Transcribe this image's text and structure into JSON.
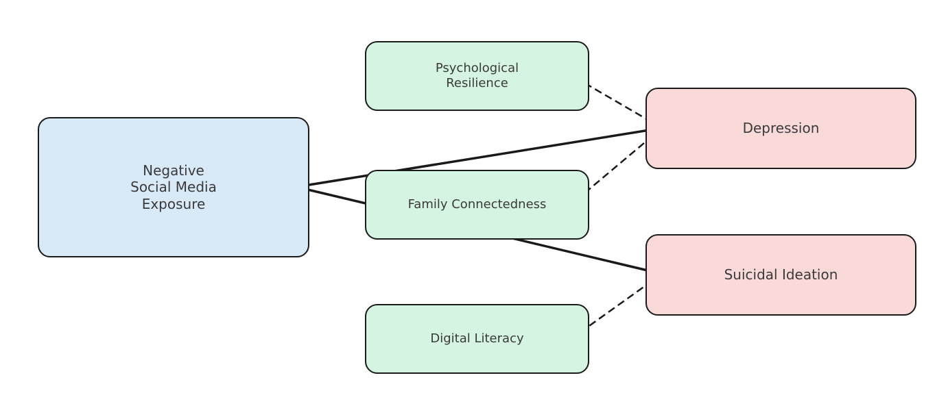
{
  "nodes": {
    "exposure": {
      "label": "Negative\nSocial Media\nExposure",
      "fill": "#d8e9f8"
    },
    "resilience": {
      "label": "Psychological\nResilience",
      "fill": "#d5f4e2"
    },
    "family": {
      "label": "Family Connectedness",
      "fill": "#d5f4e2"
    },
    "literacy": {
      "label": "Digital Literacy",
      "fill": "#d5f4e2"
    },
    "depression": {
      "label": "Depression",
      "fill": "#f9dad8"
    },
    "ideation": {
      "label": "Suicidal Ideation",
      "fill": "#f9dad8"
    }
  },
  "edges": [
    {
      "from": "depression",
      "to": "exposure",
      "style": "solid"
    },
    {
      "from": "ideation",
      "to": "exposure",
      "style": "solid"
    },
    {
      "from": "depression",
      "to": "resilience",
      "style": "dashed"
    },
    {
      "from": "depression",
      "to": "family",
      "style": "dashed"
    },
    {
      "from": "ideation",
      "to": "literacy",
      "style": "dashed"
    }
  ],
  "colors": {
    "stroke": "#1a1a1a",
    "text": "#3a3a3a"
  }
}
